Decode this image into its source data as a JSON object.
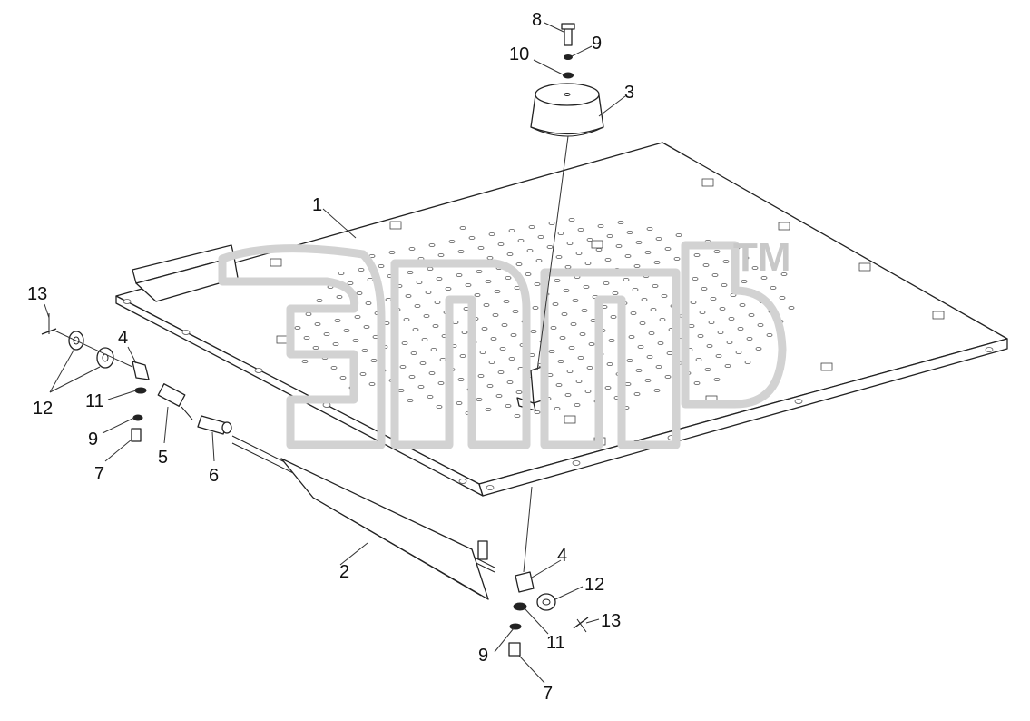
{
  "watermark": {
    "mark": "TM"
  },
  "callouts": [
    {
      "id": "c1",
      "text": "1"
    },
    {
      "id": "c2",
      "text": "2"
    },
    {
      "id": "c3",
      "text": "3"
    },
    {
      "id": "c4a",
      "text": "4"
    },
    {
      "id": "c4b",
      "text": "4"
    },
    {
      "id": "c5",
      "text": "5"
    },
    {
      "id": "c6",
      "text": "6"
    },
    {
      "id": "c7a",
      "text": "7"
    },
    {
      "id": "c7b",
      "text": "7"
    },
    {
      "id": "c8",
      "text": "8"
    },
    {
      "id": "c9a",
      "text": "9"
    },
    {
      "id": "c9b",
      "text": "9"
    },
    {
      "id": "c9c",
      "text": "9"
    },
    {
      "id": "c10",
      "text": "10"
    },
    {
      "id": "c11a",
      "text": "11"
    },
    {
      "id": "c11b",
      "text": "11"
    },
    {
      "id": "c12a",
      "text": "12"
    },
    {
      "id": "c12b",
      "text": "12"
    },
    {
      "id": "c13a",
      "text": "13"
    },
    {
      "id": "c13b",
      "text": "13"
    }
  ]
}
